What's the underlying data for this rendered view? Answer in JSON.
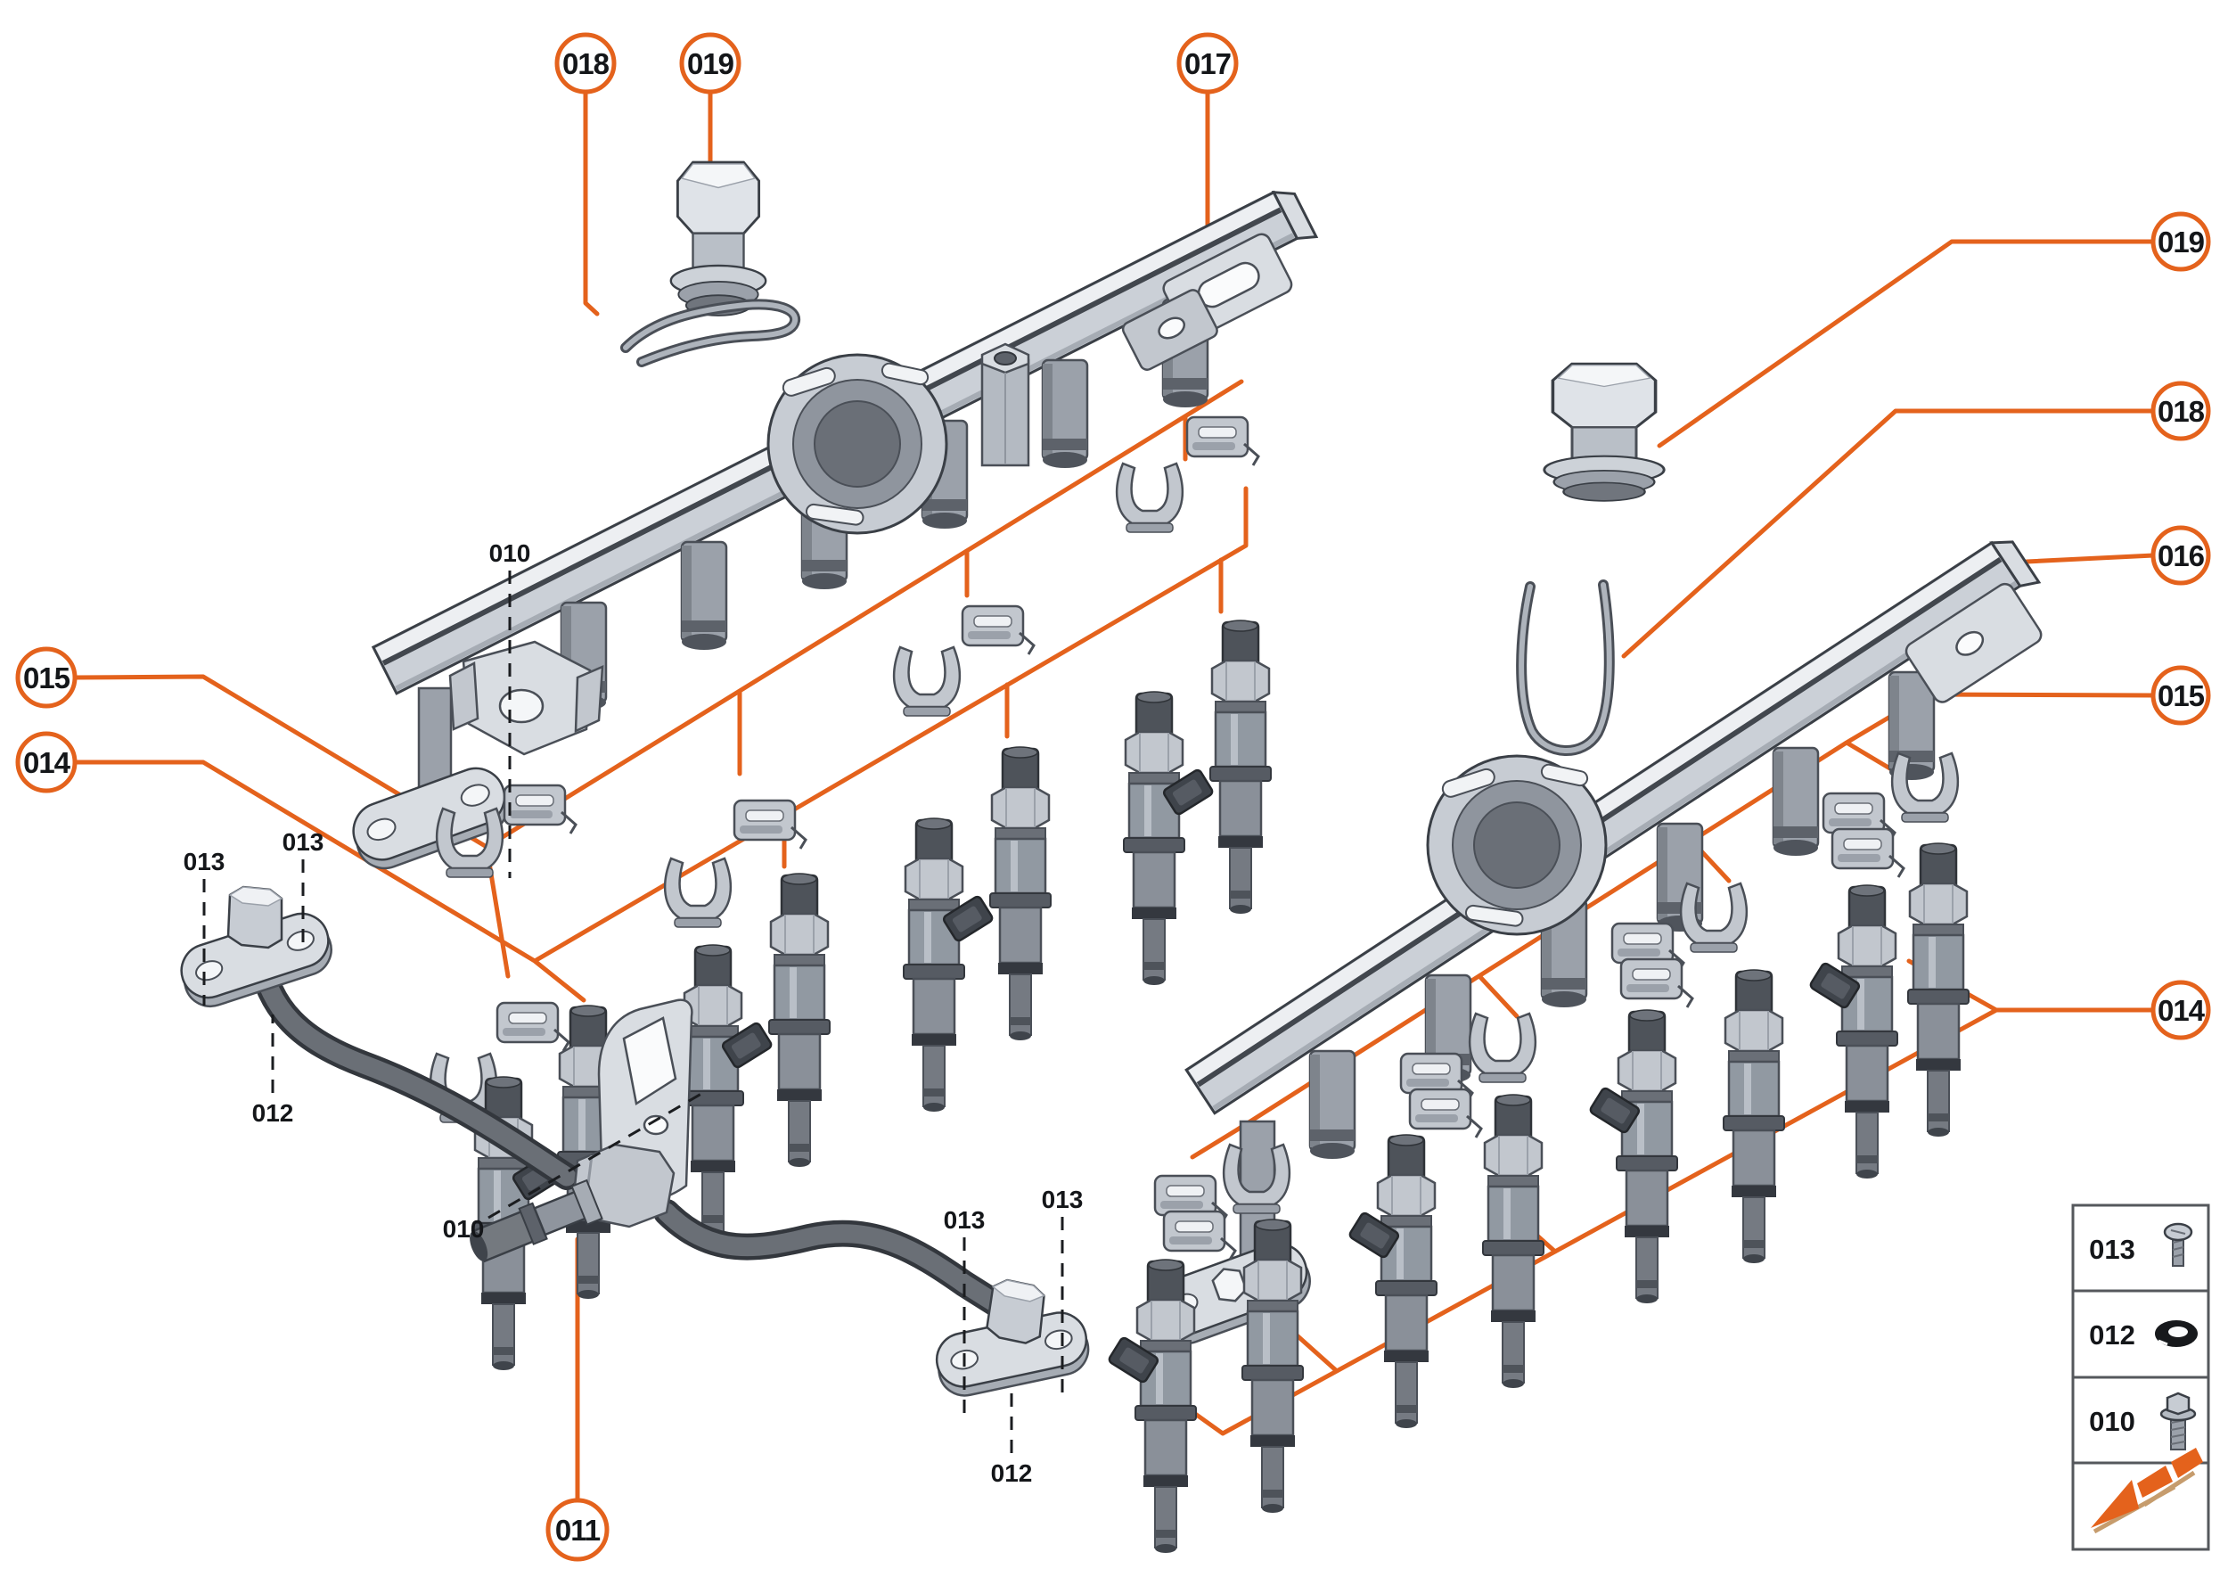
{
  "diagram_title": "fuel-rail-and-injectors-exploded-parts-diagram",
  "colors": {
    "accent": "#E4621C",
    "outline": "#3A3F46",
    "metal_light": "#E9EBEE",
    "metal_mid": "#C7CCD3",
    "metal_dark": "#8F959E",
    "pipe": "#5E636A",
    "text": "#141619",
    "legend_border": "#55585C",
    "arrow_tan": "#C69C6D"
  },
  "callouts": {
    "top_018": "018",
    "top_019": "019",
    "top_017": "017",
    "right_019": "019",
    "right_018": "018",
    "right_016": "016",
    "right_015": "015",
    "right_014": "014",
    "left_015": "015",
    "left_014": "014",
    "bottom_011": "011"
  },
  "part_labels": {
    "rail1_bolt": "010",
    "pipe_bolt": "010",
    "flange_left_bolt_a": "013",
    "flange_left_bolt_b": "013",
    "flange_left_seal": "012",
    "flange_right_bolt_a": "013",
    "flange_right_bolt_b": "013",
    "flange_right_seal": "012"
  },
  "legend": {
    "rows": [
      {
        "number": "013",
        "icon": "screw-icon"
      },
      {
        "number": "012",
        "icon": "seal-ring-icon"
      },
      {
        "number": "010",
        "icon": "flange-bolt-icon"
      }
    ],
    "footer_icon": "direction-arrow-icon"
  }
}
